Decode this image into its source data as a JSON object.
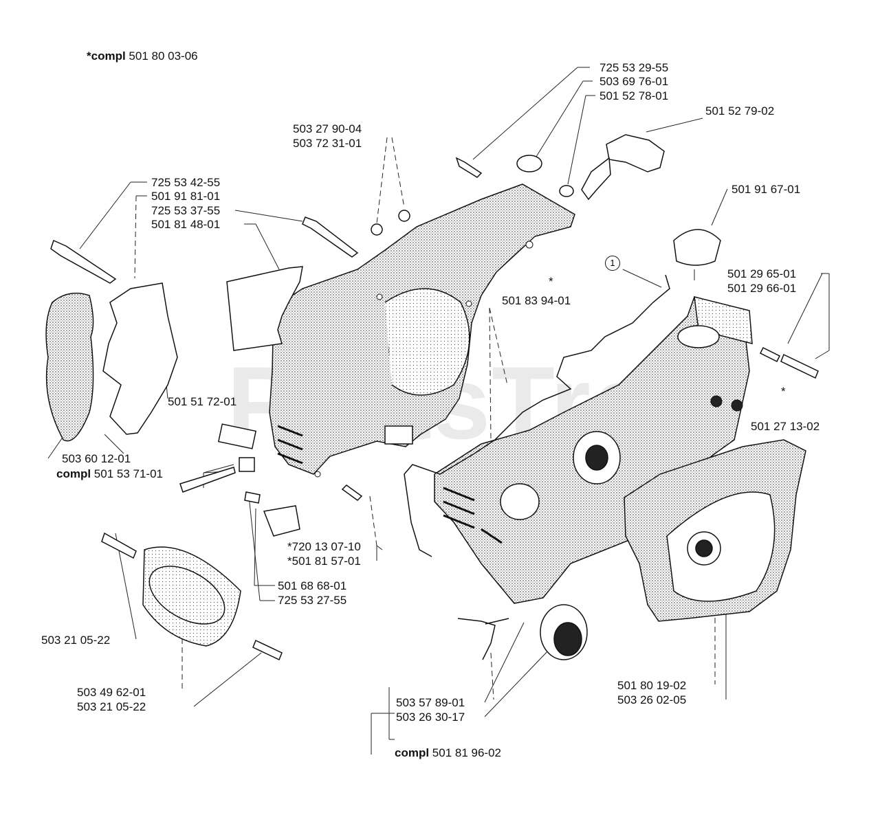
{
  "watermark": "PartsTree",
  "header_note": {
    "prefix": "*compl",
    "number": "501 80 03-06"
  },
  "callout": "1",
  "asterisks": [
    "*",
    "*"
  ],
  "labels": {
    "l_725532955": "725 53 29-55",
    "l_503697601": "503 69 76-01",
    "l_501527801": "501 52 78-01",
    "l_501527902": "501 52 79-02",
    "l_503279004": "503 27 90-04",
    "l_503723101": "503 72 31-01",
    "l_725534255": "725 53 42-55",
    "l_501918101": "501 91 81-01",
    "l_725533755": "725 53 37-55",
    "l_501814801": "501 81 48-01",
    "l_501916701": "501 91 67-01",
    "l_501296501": "501 29 65-01",
    "l_501296601": "501 29 66-01",
    "l_501839401": "501 83 94-01",
    "l_501517201": "501 51 72-01",
    "l_501271302": "501 27 13-02",
    "l_503601201": "503 60 12-01",
    "l_720130710": "*720 13 07-10",
    "l_501815701": "*501 81 57-01",
    "l_501686801": "501 68 68-01",
    "l_725532755": "725 53 27-55",
    "l_503210522a": "503 21 05-22",
    "l_503496201": "503 49 62-01",
    "l_503210522b": "503 21 05-22",
    "l_503578901": "503 57 89-01",
    "l_503263017": "503 26 30-17",
    "l_501801902": "501 80 19-02",
    "l_503260205": "503 26 02-05"
  },
  "compl_labels": {
    "c1": {
      "prefix": "compl",
      "number": "501 53 71-01"
    },
    "c2": {
      "prefix": "compl",
      "number": "501 81 96-02"
    }
  },
  "colors": {
    "ink": "#111111",
    "paper": "#ffffff",
    "watermark": "#d9d9d9"
  }
}
